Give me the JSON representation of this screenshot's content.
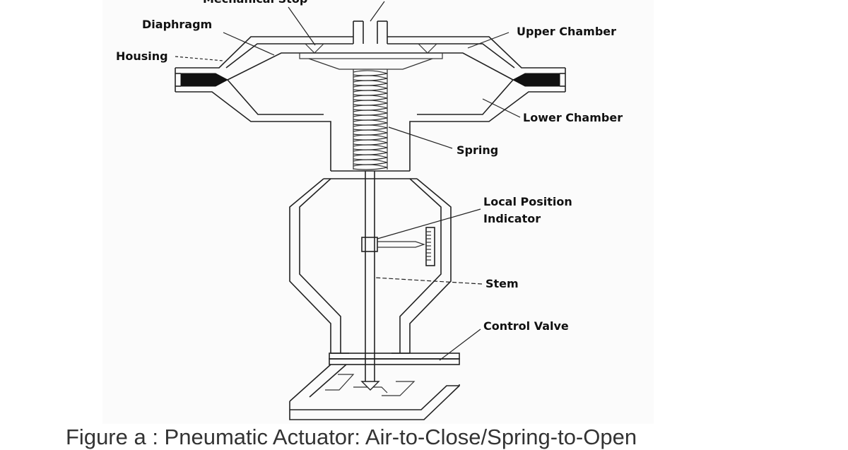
{
  "labels": {
    "mechanical_stop": "Mechanical Stop",
    "diaphragm": "Diaphragm",
    "housing": "Housing",
    "upper_chamber": "Upper Chamber",
    "lower_chamber": "Lower Chamber",
    "spring": "Spring",
    "local_position_indicator_line1": "Local Position",
    "local_position_indicator_line2": "Indicator",
    "stem": "Stem",
    "control_valve": "Control Valve"
  },
  "caption": "Figure a : Pneumatic Actuator: Air-to-Close/Spring-to-Open"
}
